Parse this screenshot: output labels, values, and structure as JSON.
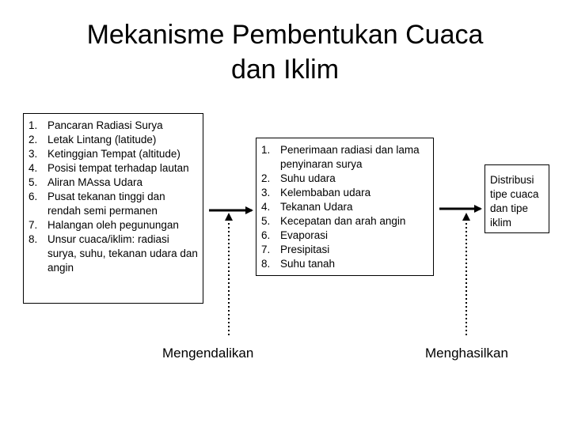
{
  "title": {
    "line1": "Mekanisme Pembentukan Cuaca",
    "line2": "dan Iklim"
  },
  "factors_box": {
    "items": [
      {
        "num": "1.",
        "text": "Pancaran Radiasi Surya"
      },
      {
        "num": "2.",
        "text": "Letak Lintang (latitude)"
      },
      {
        "num": "3.",
        "text": "Ketinggian Tempat (altitude)"
      },
      {
        "num": "4.",
        "text": "Posisi tempat terhadap lautan"
      },
      {
        "num": "5.",
        "text": "Aliran MAssa Udara"
      },
      {
        "num": "6.",
        "text": "Pusat tekanan tinggi dan rendah semi permanen"
      },
      {
        "num": "7.",
        "text": "Halangan oleh pegunungan"
      },
      {
        "num": "8.",
        "text": "Unsur cuaca/iklim: radiasi surya, suhu, tekanan udara dan angin"
      }
    ]
  },
  "elements_box": {
    "items": [
      {
        "num": "1.",
        "text": "Penerimaan radiasi dan lama penyinaran surya"
      },
      {
        "num": "2.",
        "text": "Suhu udara"
      },
      {
        "num": "3.",
        "text": "Kelembaban udara"
      },
      {
        "num": "4.",
        "text": "Tekanan Udara"
      },
      {
        "num": "5.",
        "text": "Kecepatan dan arah angin"
      },
      {
        "num": "6.",
        "text": "Evaporasi"
      },
      {
        "num": "7.",
        "text": "Presipitasi"
      },
      {
        "num": "8.",
        "text": "Suhu tanah"
      }
    ]
  },
  "result_box": {
    "text": "Distribusi tipe cuaca dan tipe iklim"
  },
  "captions": {
    "control": "Mengendalikan",
    "produce": "Menghasilkan"
  }
}
